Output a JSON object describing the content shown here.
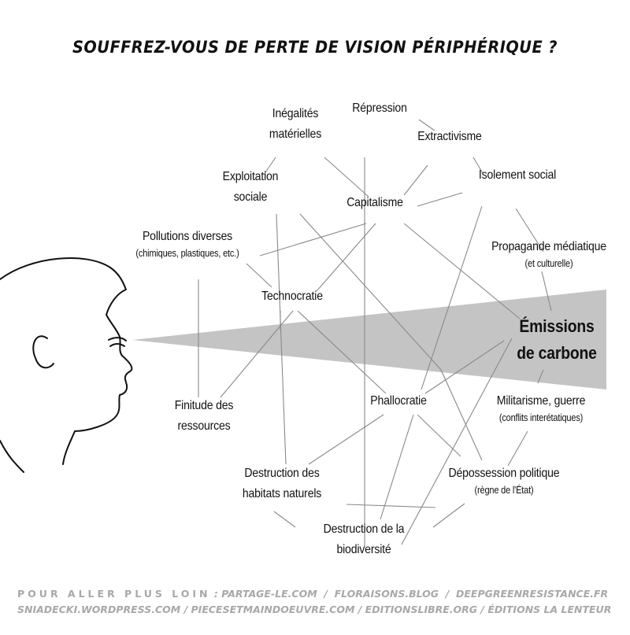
{
  "title": "SOUFFREZ-VOUS DE PERTE DE VISION PÉRIPHÉRIQUE ?",
  "nodes": {
    "repression": "Répression",
    "inegalites_1": "Inégalités",
    "inegalites_2": "matérielles",
    "extractivisme": "Extractivisme",
    "exploitation_1": "Exploitation",
    "exploitation_2": "sociale",
    "capitalisme": "Capitalisme",
    "isolement": "Isolement social",
    "pollutions": "Pollutions diverses",
    "pollutions_sub": "(chimiques, plastiques, etc.)",
    "propagande": "Propagande médiatique",
    "propagande_sub": "(et culturelle)",
    "technocratie": "Technocratie",
    "emissions_1": "Émissions",
    "emissions_2": "de carbone",
    "finitude_1": "Finitude des",
    "finitude_2": "ressources",
    "phallocratie": "Phallocratie",
    "militarisme": "Militarisme, guerre",
    "militarisme_sub": "(conflits interétatiques)",
    "habitats_1": "Destruction des",
    "habitats_2": "habitats naturels",
    "depossession": "Dépossession politique",
    "depossession_sub": "(règne de l'État)",
    "biodiversite_1": "Destruction de la",
    "biodiversite_2": "biodiversité"
  },
  "footer": {
    "lead": "POUR ALLER PLUS LOIN",
    "line1": ": PARTAGE-LE.COM  /  FLORAISONS.BLOG  /  DEEPGREENRESISTANCE.FR",
    "line2": "SNIADECKI.WORDPRESS.COM / PIECESETMAINDOEUVRE.COM / EDITIONSLIBRE.ORG / ÉDITIONS LA LENTEUR"
  },
  "colors": {
    "cone": "#c4c4c4",
    "lines": "#8a8a8a",
    "footer": "#a8a8a8"
  }
}
